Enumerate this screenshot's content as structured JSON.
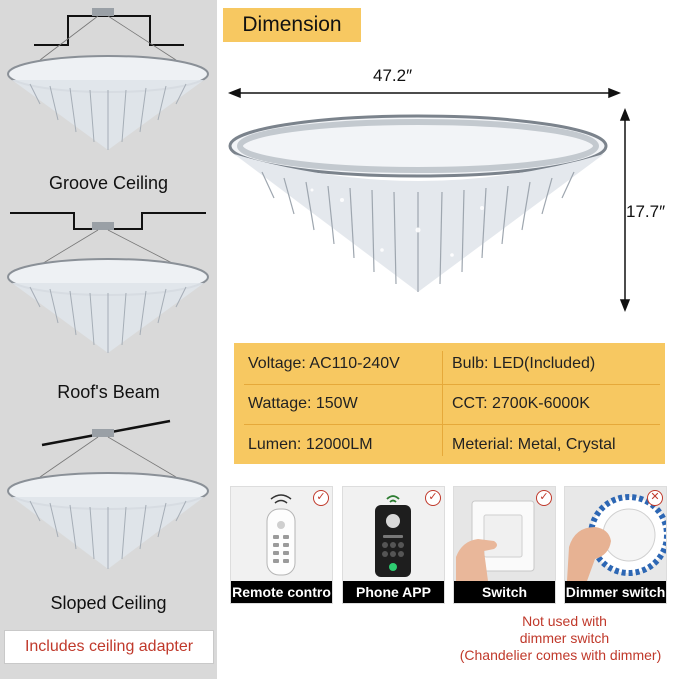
{
  "installation": {
    "options": [
      {
        "label": "Groove Ceiling",
        "icon": "groove-ceiling-mount-icon"
      },
      {
        "label": "Roof's Beam",
        "icon": "roof-beam-mount-icon"
      },
      {
        "label": "Sloped Ceiling",
        "icon": "sloped-ceiling-mount-icon"
      }
    ],
    "adapter_note": "Includes ceiling adapter"
  },
  "dimension": {
    "title": "Dimension",
    "width": "47.2″",
    "height": "17.7″"
  },
  "specs": {
    "voltage": "Voltage: AC110-240V",
    "bulb": "Bulb: LED(Included)",
    "wattage": "Wattage: 150W",
    "cct": "CCT: 2700K-6000K",
    "lumen": "Lumen: 12000LM",
    "material": "Meterial: Metal, Crystal"
  },
  "controls": [
    {
      "label": "Remote contro",
      "status": "supported"
    },
    {
      "label": "Phone APP",
      "status": "supported"
    },
    {
      "label": "Switch",
      "status": "supported"
    },
    {
      "label": "Dimmer switch",
      "status": "not-supported"
    }
  ],
  "dimmer_note": {
    "line1": "Not used with",
    "line2": "dimmer switch",
    "line3": "(Chandelier comes with dimmer)"
  },
  "colors": {
    "panel_gray": "#d9d9d9",
    "accent_yellow": "#f7c861",
    "note_red": "#c0392b"
  }
}
